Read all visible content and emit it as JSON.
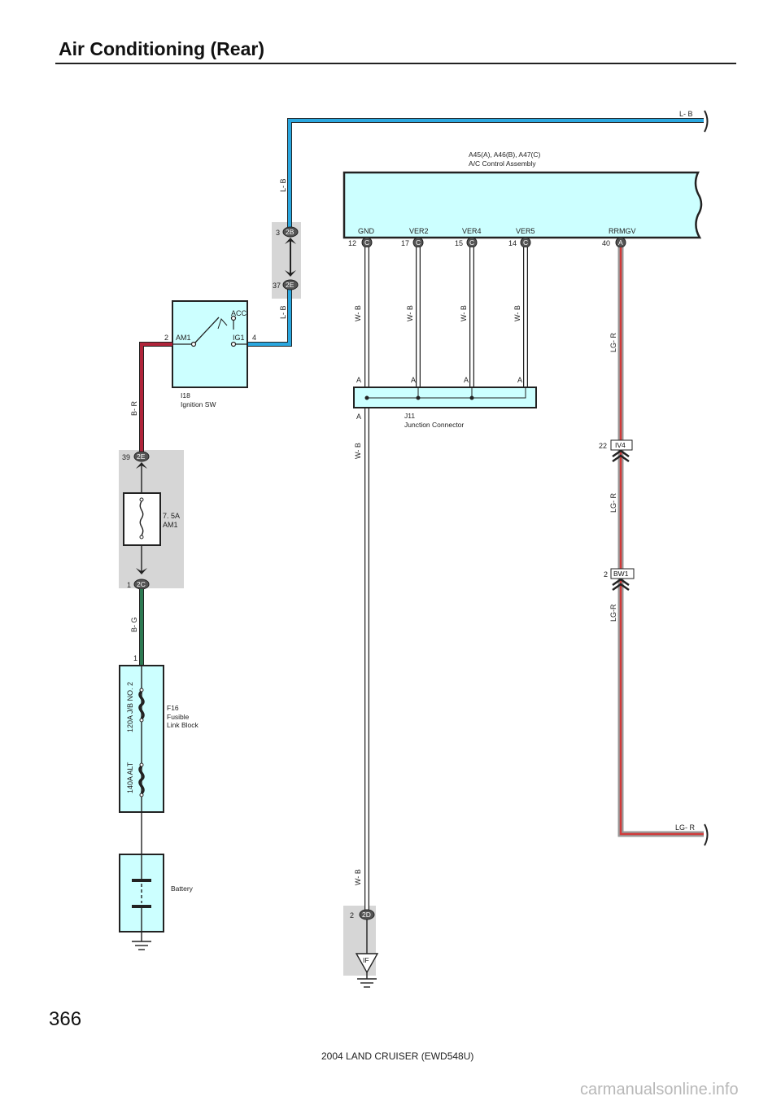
{
  "page": {
    "title": "Air Conditioning (Rear)",
    "page_number": "366",
    "footer": "2004 LAND CRUISER (EWD548U)",
    "watermark": "carmanualsonline.info"
  },
  "colors": {
    "component_fill": "#ccffff",
    "shade": "#d6d6d6",
    "wire_L_B": "#2aa7df",
    "wire_B_R": "#b0243a",
    "wire_B_G": "#2d7a52",
    "wire_LG_R": "#d13a3a",
    "wire_W_B": "#ffffff"
  },
  "wires": {
    "top_LB": "L- B",
    "LB_vertical_upper": "L- B",
    "LB_vertical_lower": "L- B",
    "BR": "B- R",
    "BG": "B- G",
    "WB_gnd": "W- B",
    "WB_ver2": "W- B",
    "WB_ver4": "W- B",
    "WB_ver5": "W- B",
    "WB_down": "W- B",
    "WB_bottom": "W- B",
    "LGR_1": "LG- R",
    "LGR_2": "LG- R",
    "LGR_3": "LG-R",
    "LGR_end": "LG- R"
  },
  "ac_control": {
    "name_line1": "A45(A), A46(B), A47(C)",
    "name_line2": "A/C Control Assembly",
    "terminals": [
      {
        "name": "GND",
        "pin": "12",
        "conn": "C"
      },
      {
        "name": "VER2",
        "pin": "17",
        "conn": "C"
      },
      {
        "name": "VER4",
        "pin": "15",
        "conn": "C"
      },
      {
        "name": "VER5",
        "pin": "14",
        "conn": "C"
      },
      {
        "name": "RRMGV",
        "pin": "40",
        "conn": "A"
      }
    ]
  },
  "connectors": {
    "c2B": {
      "pin": "3",
      "id": "2B"
    },
    "c2E_top": {
      "pin": "37",
      "id": "2E"
    },
    "c2E_fuse": {
      "pin": "39",
      "id": "2E"
    },
    "c2C": {
      "pin": "1",
      "id": "2C"
    },
    "c2D": {
      "pin": "2",
      "id": "2D"
    },
    "IV4": {
      "pin": "22",
      "id": "IV4"
    },
    "BW1": {
      "pin": "2",
      "id": "BW1"
    }
  },
  "ignition": {
    "code": "I18",
    "name": "Ignition SW",
    "am1_pin": "2",
    "am1": "AM1",
    "ig1": "IG1",
    "ig1_pin": "4",
    "acc": "ACC"
  },
  "junction": {
    "code": "J11",
    "name": "Junction Connector",
    "pin_label": "A"
  },
  "fuse": {
    "rating": "7. 5A",
    "name": "AM1"
  },
  "fusible": {
    "pin": "1",
    "code": "F16",
    "name_line1": "Fusible",
    "name_line2": "Link Block",
    "link1": "120A J/B NO. 2",
    "link2": "140A ALT"
  },
  "battery": {
    "name": "Battery"
  },
  "ground": {
    "id": "IF"
  }
}
